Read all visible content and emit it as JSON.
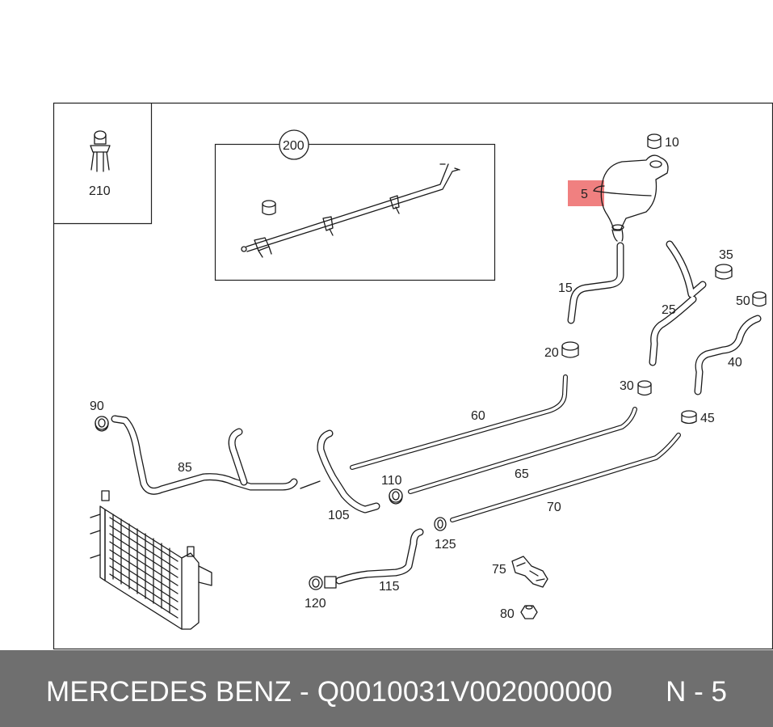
{
  "parts": {
    "p5": "5",
    "p10": "10",
    "p15": "15",
    "p20": "20",
    "p25": "25",
    "p30": "30",
    "p35": "35",
    "p40": "40",
    "p45": "45",
    "p50": "50",
    "p60": "60",
    "p65": "65",
    "p70": "70",
    "p75": "75",
    "p80": "80",
    "p85": "85",
    "p90": "90",
    "p105": "105",
    "p110": "110",
    "p115": "115",
    "p120": "120",
    "p125": "125",
    "p200": "200",
    "p210": "210"
  },
  "highlight": {
    "part": "5",
    "color": "#f08080"
  },
  "footer": {
    "title": "MERCEDES BENZ - Q0010031V002000000",
    "page": "N - 5",
    "background": "#6f6f6f"
  }
}
